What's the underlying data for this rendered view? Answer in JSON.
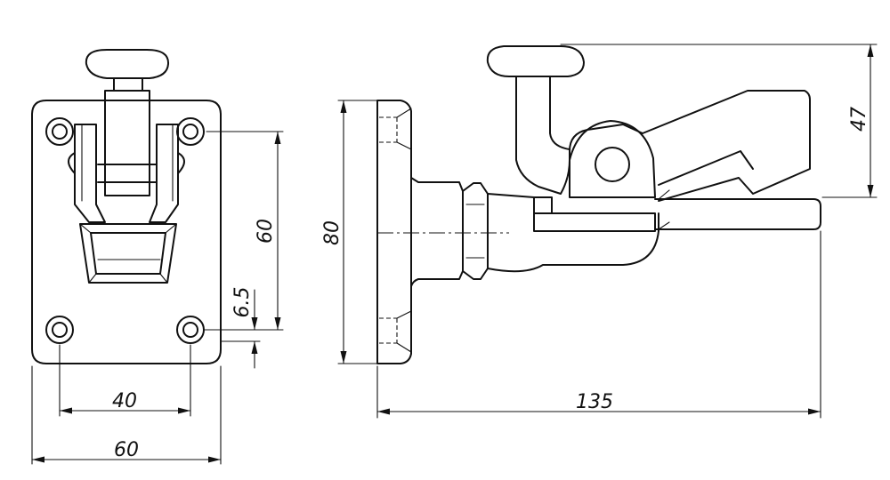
{
  "dimensions": {
    "plate_width": "60",
    "hole_spacing_horizontal": "40",
    "hole_spacing_vertical": "60",
    "hole_edge_offset": "6.5",
    "flange_height": "80",
    "overall_length": "135",
    "handle_height": "47"
  }
}
